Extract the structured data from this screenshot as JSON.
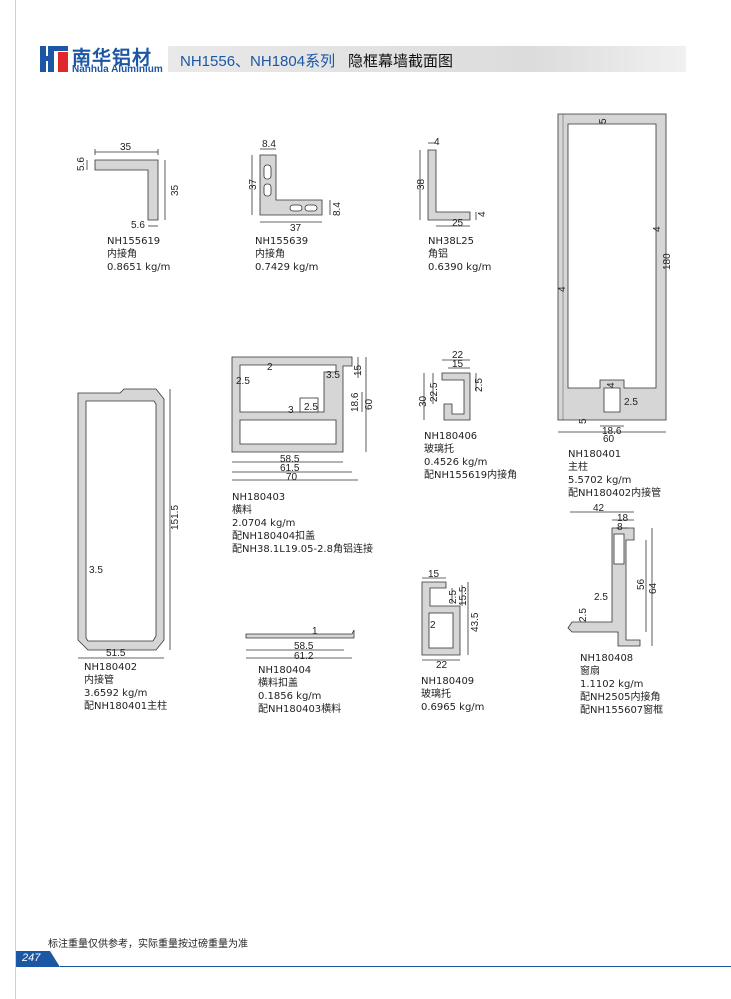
{
  "header": {
    "logo_cn": "南华铝材",
    "logo_en": "Nanhua Aluminium",
    "series": "NH1556、NH1804系列",
    "title": "隐框幕墙截面图"
  },
  "colors": {
    "brand_blue": "#1b57a5",
    "profile_fill": "#d6d6d6",
    "profile_stroke": "#333333"
  },
  "profiles": {
    "p1": {
      "code": "NH155619",
      "name": "内接角",
      "weight": "0.8651 kg/m",
      "dims": {
        "top": "35",
        "left": "5.6",
        "right": "35",
        "bottom": "5.6"
      }
    },
    "p2": {
      "code": "NH155639",
      "name": "内接角",
      "weight": "0.7429 kg/m",
      "dims": {
        "top": "8.4",
        "left": "37",
        "bottom": "37",
        "right": "8.4"
      }
    },
    "p3": {
      "code": "NH38L25",
      "name": "角铝",
      "weight": "0.6390 kg/m",
      "dims": {
        "top": "4",
        "left": "38",
        "bottom": "25",
        "right": "4"
      }
    },
    "p4": {
      "code": "NH180401",
      "name": "主柱",
      "weight": "5.5702 kg/m",
      "note": "配NH180402内接管",
      "dims": {
        "top": "5",
        "wall_right": "4",
        "wall_left": "4",
        "height": "180",
        "inner": "2.5",
        "b1": "5",
        "b2": "4",
        "b3": "18.6",
        "width": "60"
      }
    },
    "p5": {
      "code": "NH180402",
      "name": "内接管",
      "weight": "3.6592 kg/m",
      "note": "配NH180401主柱",
      "dims": {
        "height": "151.5",
        "wall": "3.5",
        "width": "51.5"
      }
    },
    "p6": {
      "code": "NH180403",
      "name": "横料",
      "weight": "2.0704 kg/m",
      "note1": "配NH180404扣盖",
      "note2": "配NH38.1L19.05-2.8角铝连接",
      "dims": {
        "a": "2",
        "b": "2.5",
        "c": "3.5",
        "d": "15",
        "e": "3",
        "f": "2.5",
        "g": "18.6",
        "h": "60",
        "w1": "58.5",
        "w2": "61.5",
        "w3": "70"
      }
    },
    "p7": {
      "code": "NH180406",
      "name": "玻璃托",
      "weight": "0.4526 kg/m",
      "note": "配NH155619内接角",
      "dims": {
        "w1": "22",
        "w2": "15",
        "h1": "30",
        "h2": "22.5",
        "t": "2.5"
      }
    },
    "p8": {
      "code": "NH180404",
      "name": "横料扣盖",
      "weight": "0.1856 kg/m",
      "note": "配NH180403横料",
      "dims": {
        "t": "1",
        "w1": "58.5",
        "w2": "61.2"
      }
    },
    "p9": {
      "code": "NH180409",
      "name": "玻璃托",
      "weight": "0.6965 kg/m",
      "dims": {
        "w": "15",
        "a": "2.5",
        "b": "15.5",
        "c": "2",
        "h": "43.5",
        "bw": "22"
      }
    },
    "p10": {
      "code": "NH180408",
      "name": "窗扇",
      "weight": "1.1102 kg/m",
      "note1": "配NH2505内接角",
      "note2": "配NH155607窗框",
      "dims": {
        "w": "42",
        "a": "18",
        "b": "8",
        "c": "2.5",
        "d": "2.5",
        "h1": "56",
        "h2": "64"
      }
    }
  },
  "footer": {
    "note": "标注重量仅供参考，实际重量按过磅重量为准",
    "page": "247"
  }
}
